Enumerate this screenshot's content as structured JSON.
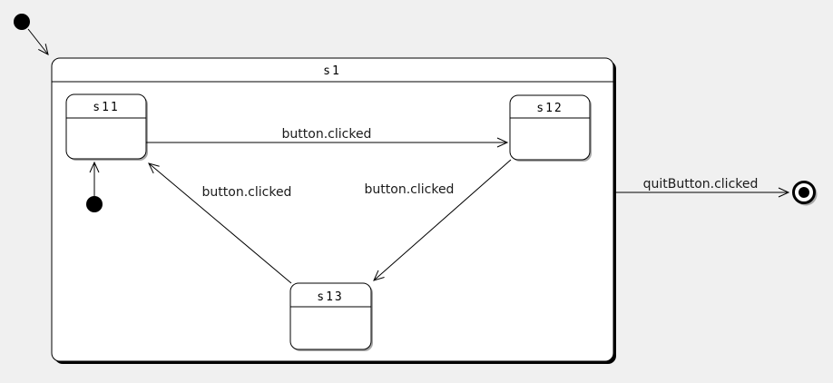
{
  "colors": {
    "canvas_background": "#f0f0f0",
    "state_fill": "#ffffff",
    "line_stroke": "#000000",
    "drop_shadow": "#a8a8a8"
  },
  "diagram": {
    "type": "uml-state-machine",
    "composite_state": {
      "id": "s1",
      "label": "s1"
    },
    "states": [
      {
        "id": "s11",
        "label": "s11"
      },
      {
        "id": "s12",
        "label": "s12"
      },
      {
        "id": "s13",
        "label": "s13"
      }
    ],
    "transitions": [
      {
        "from": "initial",
        "to": "s1",
        "label": ""
      },
      {
        "from": "initial-inner",
        "to": "s11",
        "label": ""
      },
      {
        "from": "s11",
        "to": "s12",
        "label": "button.clicked"
      },
      {
        "from": "s13",
        "to": "s11",
        "label": "button.clicked"
      },
      {
        "from": "s12",
        "to": "s13",
        "label": "button.clicked"
      },
      {
        "from": "s1",
        "to": "final",
        "label": "quitButton.clicked"
      }
    ]
  }
}
